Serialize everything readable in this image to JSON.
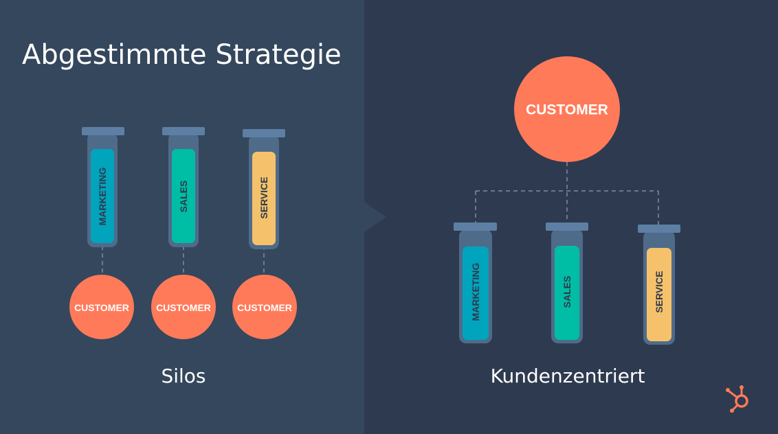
{
  "slide": {
    "title": "Abgestimmte Strategie",
    "colors": {
      "left_panel": "#34475c",
      "right_panel": "#2e3a4f",
      "customer": "#ff7a59",
      "marketing": "#00a4bd",
      "sales": "#00bda5",
      "service": "#f5c26b",
      "tube_glass": "#4f6b8a",
      "tube_cap": "#5d7fa3"
    }
  },
  "left": {
    "caption": "Silos",
    "tubes": [
      {
        "label": "MARKETING",
        "color": "#00a4bd"
      },
      {
        "label": "SALES",
        "color": "#00bda5"
      },
      {
        "label": "SERVICE",
        "color": "#f5c26b"
      }
    ],
    "customers": [
      "CUSTOMER",
      "CUSTOMER",
      "CUSTOMER"
    ]
  },
  "right": {
    "caption": "Kundenzentriert",
    "customer": "CUSTOMER",
    "tubes": [
      {
        "label": "MARKETING",
        "color": "#00a4bd"
      },
      {
        "label": "SALES",
        "color": "#00bda5"
      },
      {
        "label": "SERVICE",
        "color": "#f5c26b"
      }
    ]
  },
  "logo": {
    "icon": "hubspot-sprocket-icon",
    "color": "#ff7a59"
  }
}
